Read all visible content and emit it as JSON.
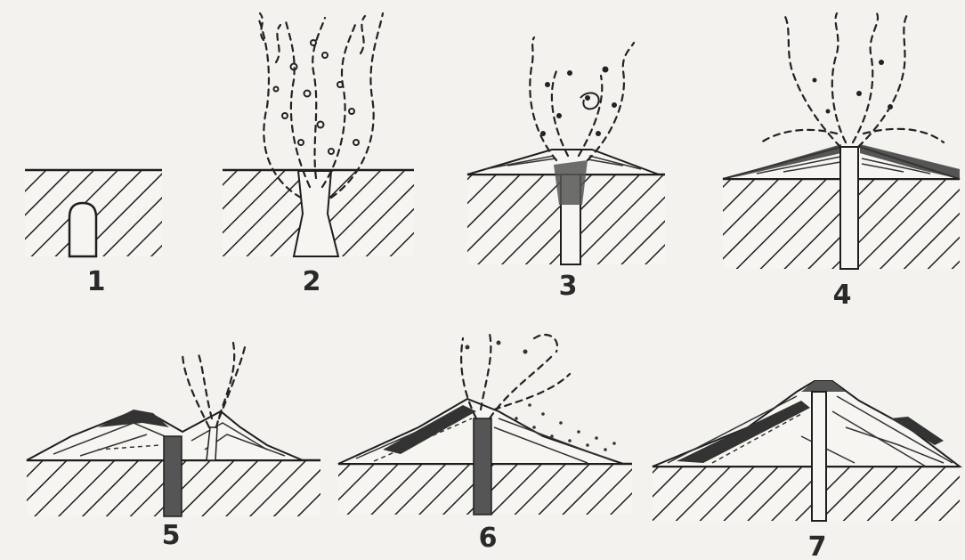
{
  "figure": {
    "panels": [
      {
        "label": "1"
      },
      {
        "label": "2"
      },
      {
        "label": "3"
      },
      {
        "label": "4"
      },
      {
        "label": "5"
      },
      {
        "label": "6"
      },
      {
        "label": "7"
      }
    ]
  }
}
